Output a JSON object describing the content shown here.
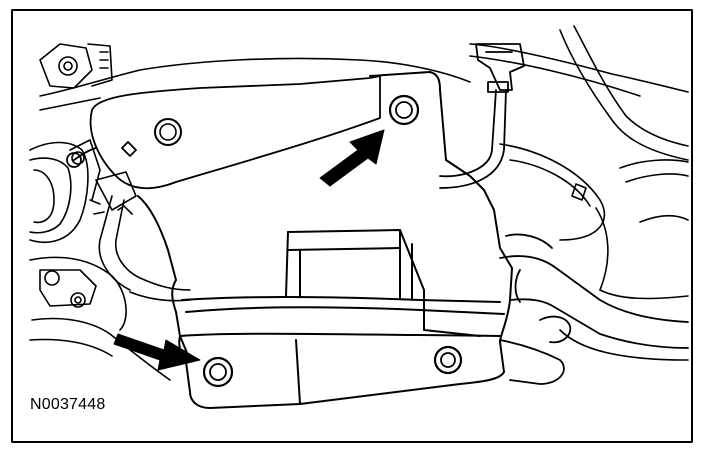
{
  "figure": {
    "id_label": "N0037448"
  },
  "colors": {
    "line": "#000000",
    "background": "#ffffff"
  },
  "callouts": [
    {
      "name": "arrow-upper-bolt",
      "points_to": "upper-bolt"
    },
    {
      "name": "arrow-lower-bolt",
      "points_to": "lower-left-bolt"
    }
  ]
}
